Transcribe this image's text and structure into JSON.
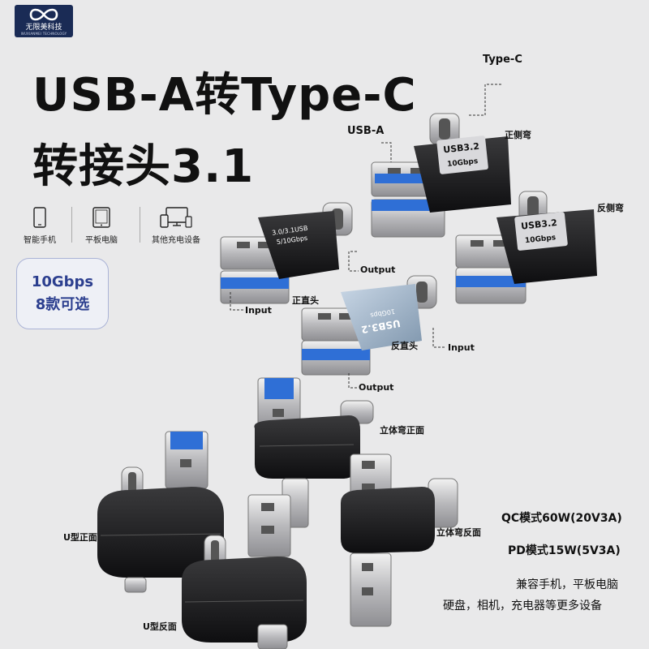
{
  "brand": {
    "name": "无限美科技",
    "sub": "WUXIANMEI TECHNOLOGY",
    "logo_icon": "infinity-icon"
  },
  "title": {
    "line1": "USB-A转Type-C",
    "line2": "转接头3.1"
  },
  "devices": [
    {
      "label": "智能手机",
      "icon": "smartphone-icon"
    },
    {
      "label": "平板电脑",
      "icon": "tablet-icon"
    },
    {
      "label": "其他充电设备",
      "icon": "devices-icon"
    }
  ],
  "speed_badge": {
    "line1": "10Gbps",
    "line2": "8款可选"
  },
  "callouts": {
    "type_c": "Type-C",
    "usb_a": "USB-A",
    "side_front": "正侧弯",
    "side_reverse": "反侧弯",
    "output1": "Output",
    "input1": "Input",
    "straight_front": "正直头",
    "input2": "Input",
    "straight_reverse": "反直头",
    "output2": "Output",
    "stereo_front": "立体弯正面",
    "stereo_reverse": "立体弯反面",
    "u_front": "U型正面",
    "u_reverse": "U型反面"
  },
  "adapter_prints": {
    "a1_line1": "USB3.2",
    "a1_line2": "10Gbps",
    "a2_line1": "USB3.2",
    "a2_line2": "10Gbps",
    "a3_line1": "3.0/3.1USB",
    "a3_line2": "5/10Gbps",
    "a4_line1": "USB3.2",
    "a4_line2": "10Gbps"
  },
  "specs": {
    "qc": "QC模式60W(20V3A)",
    "pd": "PD模式15W(5V3A)"
  },
  "compat": {
    "line1": "兼容手机，平板电脑",
    "line2": "硬盘，相机，充电器等更多设备"
  },
  "colors": {
    "accent": "#2c3f8f",
    "background": "#e9e9ea",
    "usb_blue": "#2f6fd6"
  }
}
